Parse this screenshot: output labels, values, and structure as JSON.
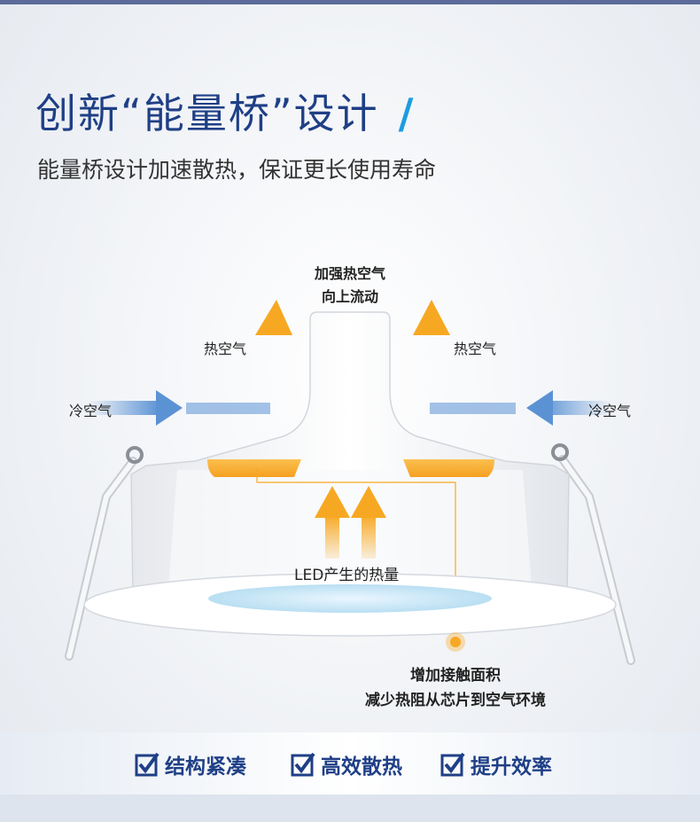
{
  "header": {
    "title": "创新“能量桥”设计",
    "title_slash": "/",
    "subtitle": "能量桥设计加速散热，保证更长使用寿命"
  },
  "diagram": {
    "top_label_line1": "加强热空气",
    "top_label_line2": "向上流动",
    "hot_air_left": "热空气",
    "hot_air_right": "热空气",
    "cold_air_left": "冷空气",
    "cold_air_right": "冷空气",
    "led_heat": "LED产生的热量",
    "contact_line1": "增加接触面积",
    "contact_line2": "减少热阻从芯片到空气环境"
  },
  "features": [
    {
      "label": "结构紧凑",
      "icon": "checkbox-checked-icon"
    },
    {
      "label": "高效散热",
      "icon": "checkbox-checked-icon"
    },
    {
      "label": "提升效率",
      "icon": "checkbox-checked-icon"
    }
  ],
  "colors": {
    "title_blue": "#1f3f86",
    "accent_blue": "#1d9ce0",
    "hot_orange": "#f7a823",
    "cold_blue": "#5b92d4"
  }
}
